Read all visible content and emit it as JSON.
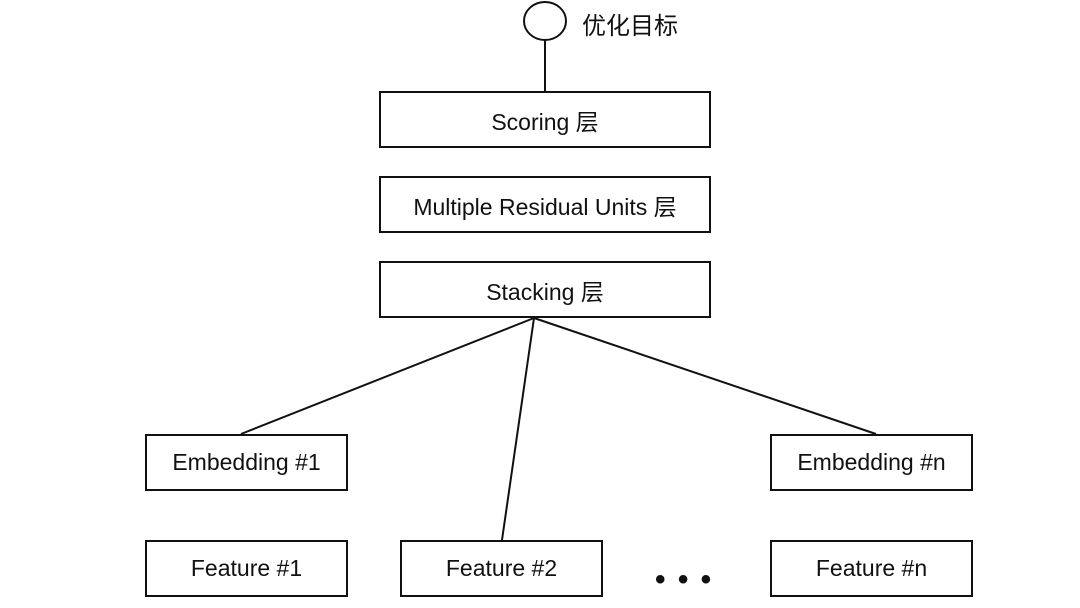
{
  "objective": {
    "label": "优化目标"
  },
  "layers": {
    "scoring": "Scoring 层",
    "residual": "Multiple Residual Units 层",
    "stacking": "Stacking 层"
  },
  "embeddings": [
    "Embedding #1",
    "Embedding #n"
  ],
  "features": [
    "Feature #1",
    "Feature #2",
    "Feature #n"
  ],
  "ellipsis": "• • •"
}
